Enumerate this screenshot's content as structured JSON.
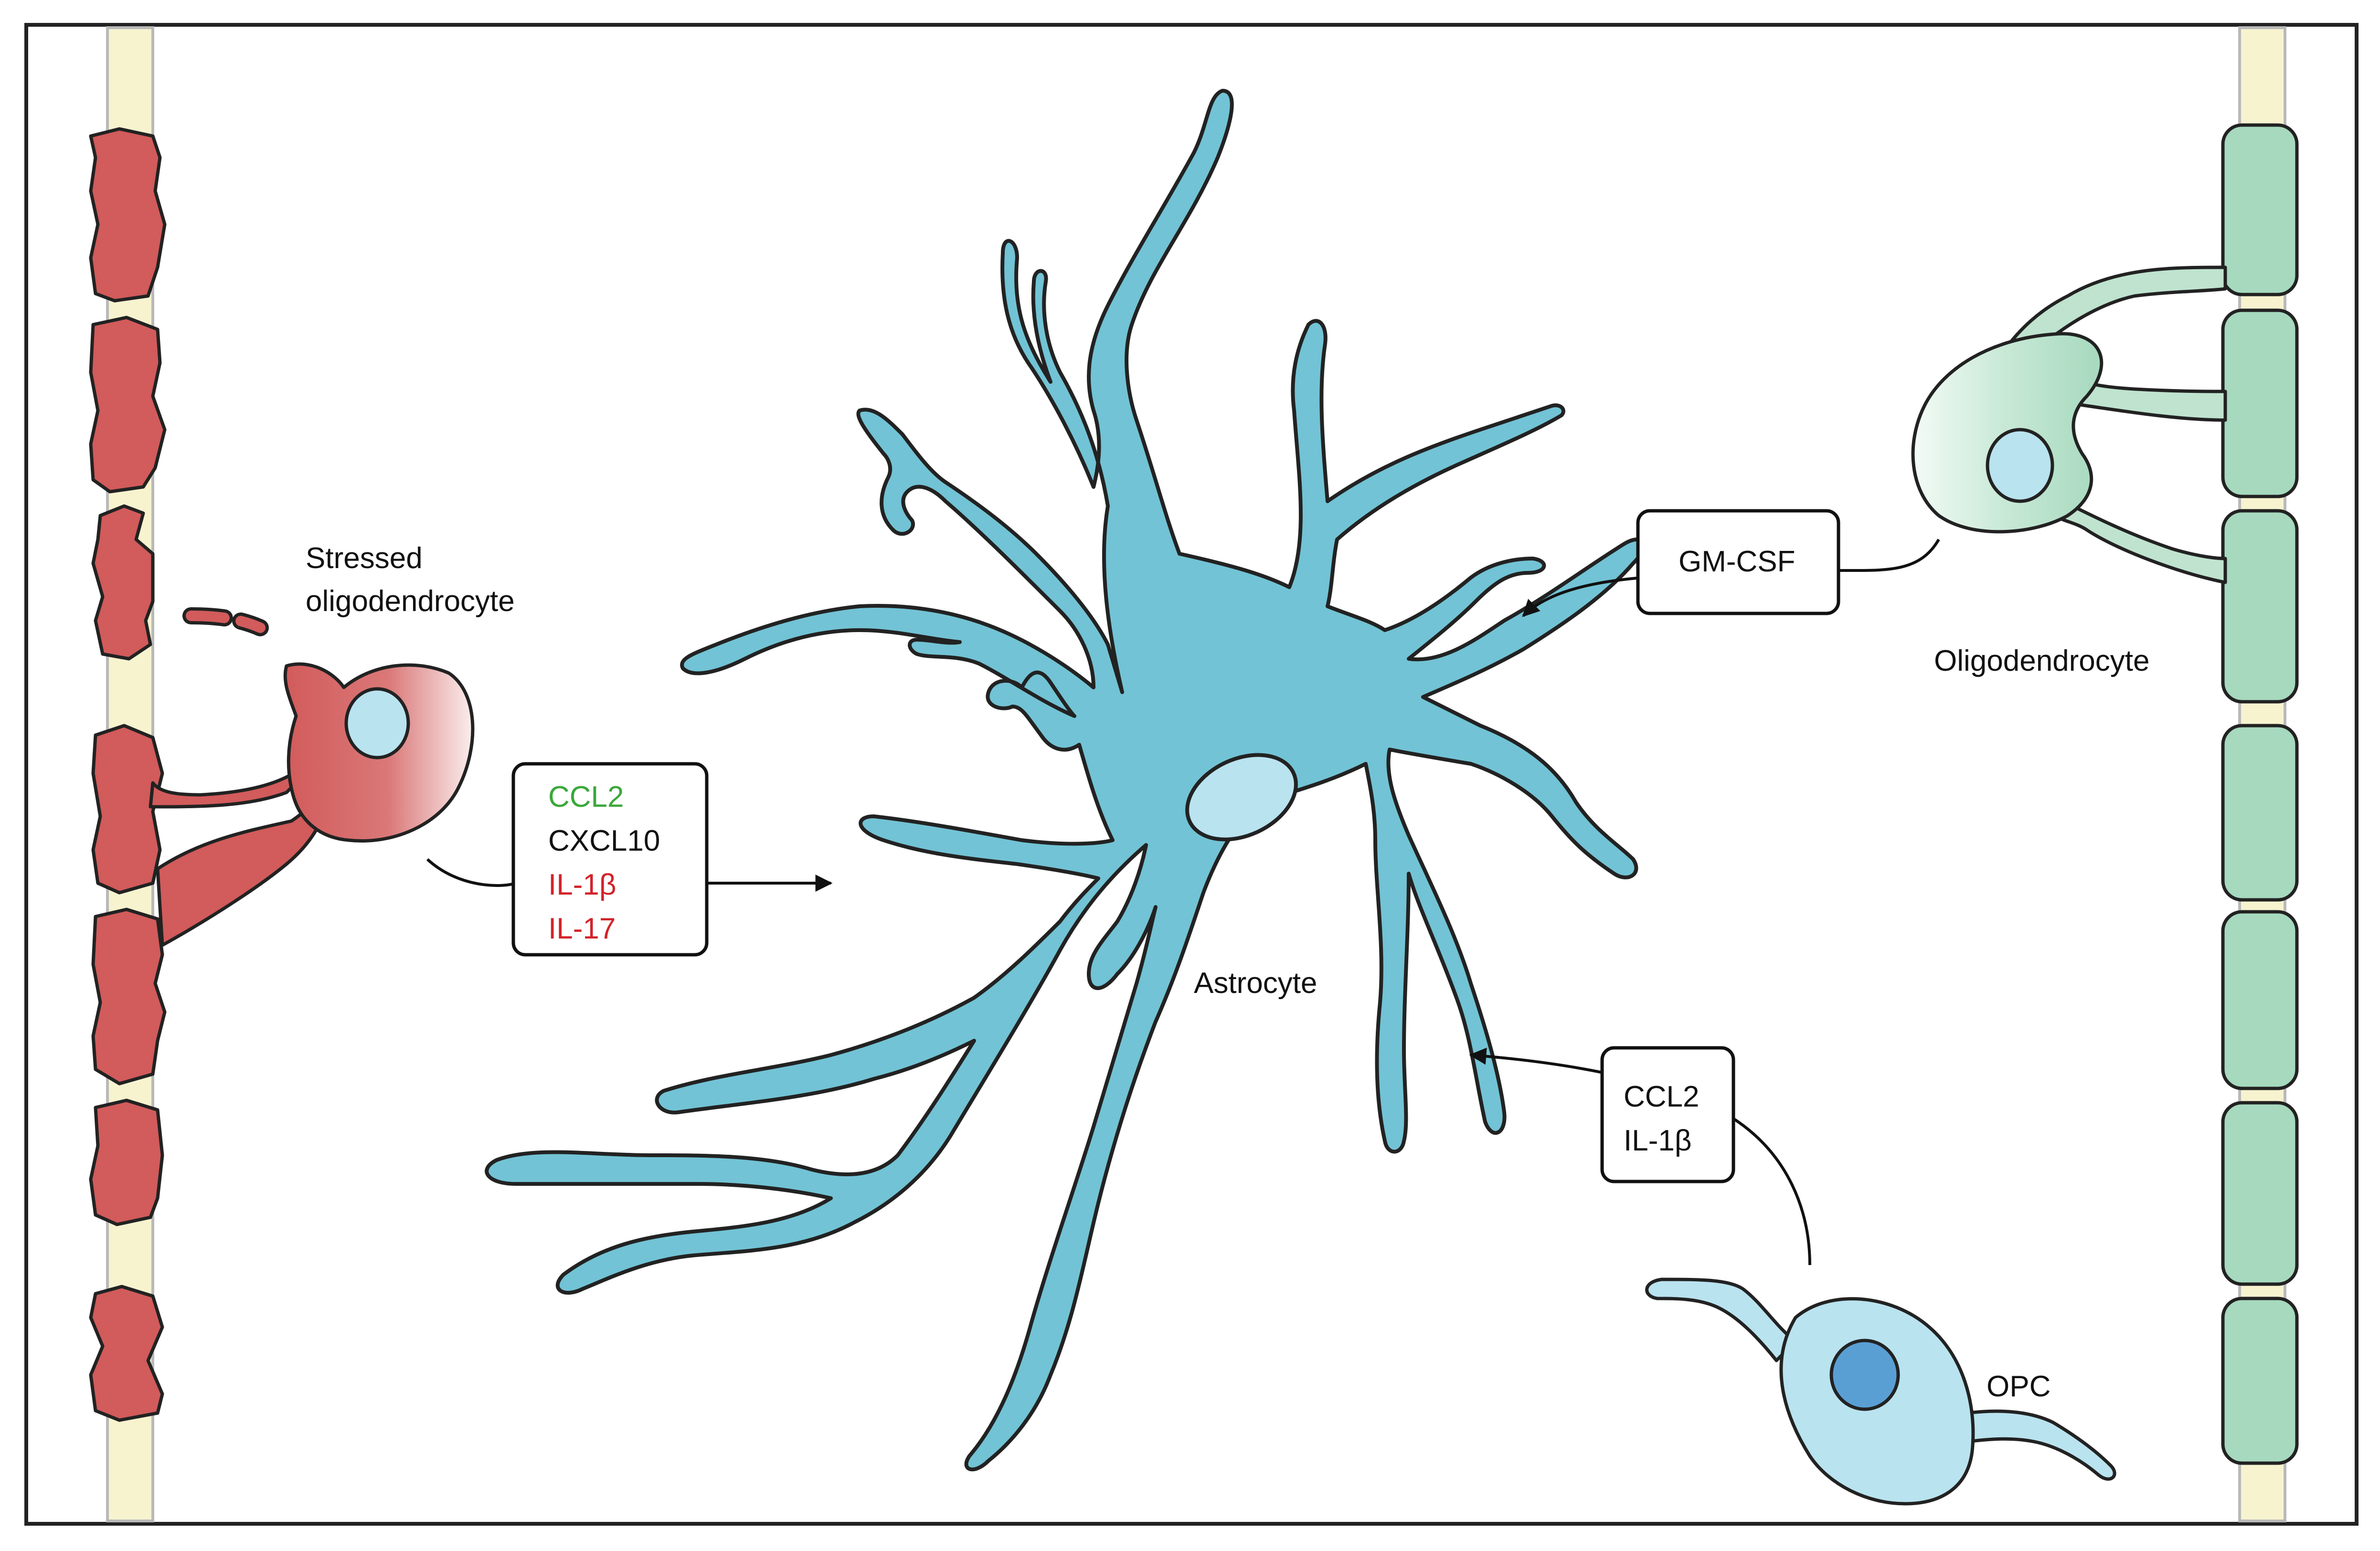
{
  "labels": {
    "stressed_line1": "Stressed",
    "stressed_line2": "oligodendrocyte",
    "oligodendrocyte": "Oligodendrocyte",
    "astrocyte": "Astrocyte",
    "opc": "OPC"
  },
  "boxes": {
    "stressed_factors": [
      {
        "text": "CCL2",
        "color": "#3aa83a"
      },
      {
        "text": "CXCL10",
        "color": "#111111"
      },
      {
        "text": "IL-1β",
        "color": "#d2232a"
      },
      {
        "text": "IL-17",
        "color": "#d2232a"
      }
    ],
    "oligo_factor": "GM-CSF",
    "opc_factors": [
      "CCL2",
      "IL-1β"
    ]
  },
  "colors": {
    "stressed_cell": "#d25b5b",
    "healthy_myelin": "#a6d9be",
    "axon": "#f7f3cf",
    "astrocyte": "#72c3d5",
    "astrocyte_nucleus": "#b9e3ef",
    "opc_body": "#b9e3ef",
    "opc_nucleus": "#5a9fd4",
    "outline": "#222222"
  }
}
